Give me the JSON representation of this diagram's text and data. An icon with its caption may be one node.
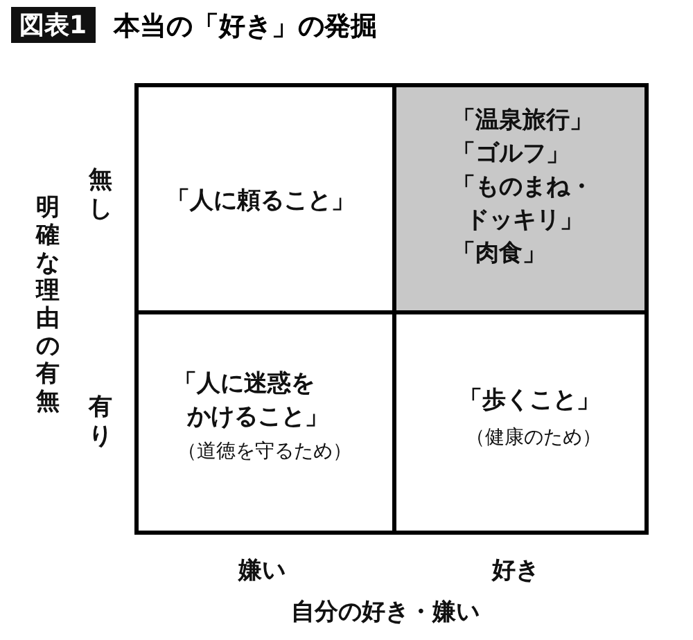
{
  "diagram": {
    "title": "本当の「好き」の発掘",
    "nodes": [
      {
        "text": [
          "「人に頼ること」"
        ]
      },
      {
        "text": [
          "「温泉旅行」",
          "「ゴルフ」",
          "「ものまね・ドッキリ」",
          "「肉食」"
        ]
      },
      {
        "text": [
          "「人に迷惑をかけること」",
          "（道徳を守るため）"
        ]
      },
      {
        "text": [
          "「歩くこと」",
          "（健康のため）"
        ]
      }
    ],
    "labels": [
      "図表1",
      "無し",
      "有り",
      "明確な理由の有無",
      "嫌い",
      "好き",
      "自分の好き・嫌い"
    ]
  }
}
